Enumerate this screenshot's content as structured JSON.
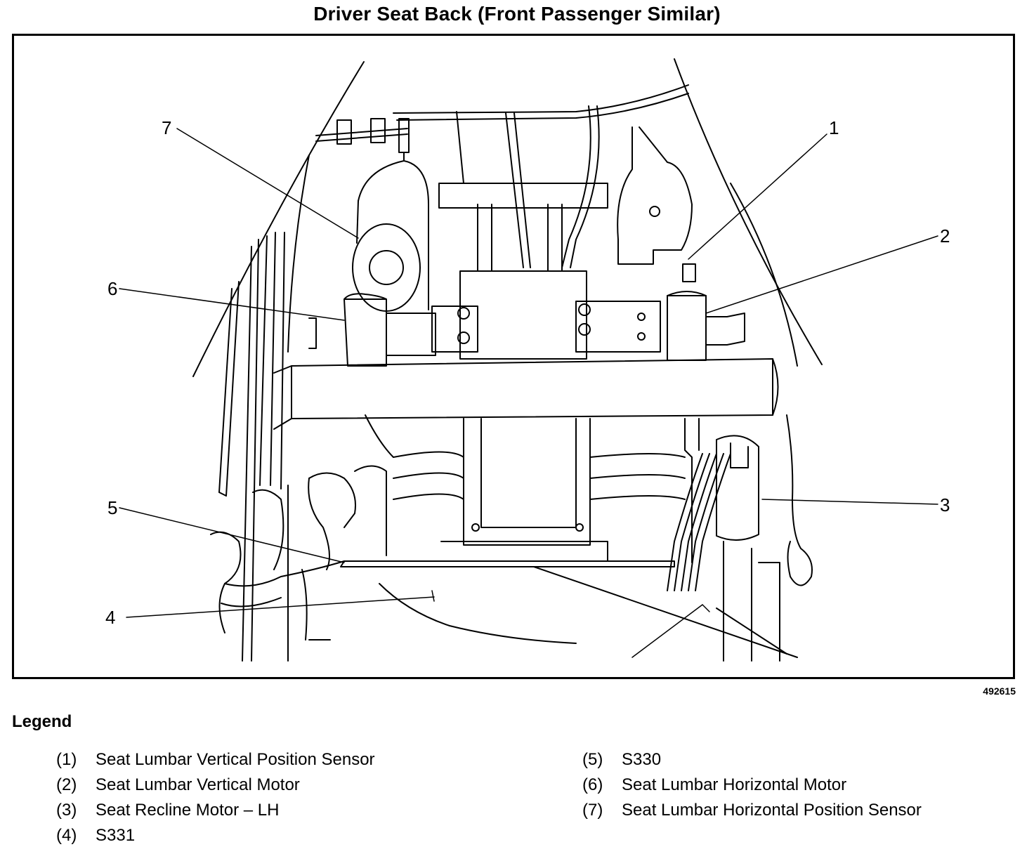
{
  "title": "Driver Seat Back (Front Passenger Similar)",
  "figure_id": "492615",
  "legend": {
    "heading": "Legend",
    "left": [
      {
        "num": "(1)",
        "label": "Seat Lumbar Vertical Position Sensor"
      },
      {
        "num": "(2)",
        "label": "Seat Lumbar Vertical Motor"
      },
      {
        "num": "(3)",
        "label": "Seat Recline Motor – LH"
      },
      {
        "num": "(4)",
        "label": "S331"
      }
    ],
    "right": [
      {
        "num": "(5)",
        "label": "S330"
      },
      {
        "num": "(6)",
        "label": "Seat Lumbar Horizontal Motor"
      },
      {
        "num": "(7)",
        "label": "Seat Lumbar Horizontal Position Sensor"
      }
    ]
  },
  "callouts": [
    "1",
    "2",
    "3",
    "4",
    "5",
    "6",
    "7"
  ]
}
